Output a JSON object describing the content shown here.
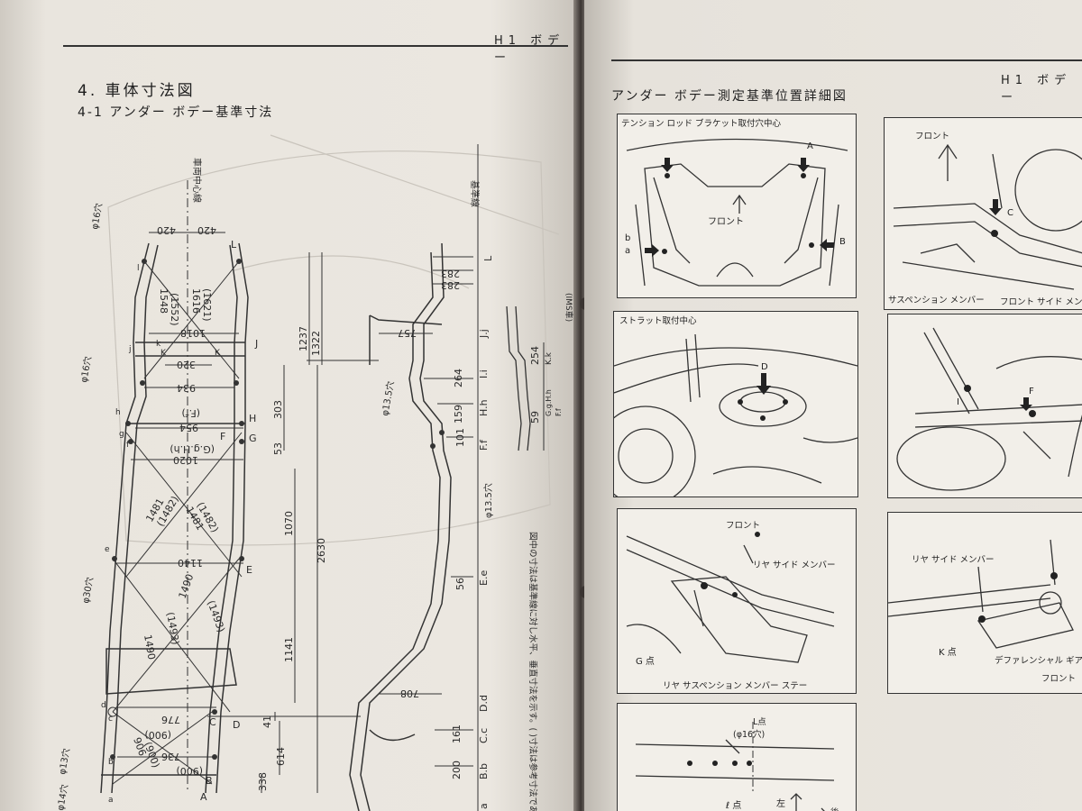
{
  "left_page": {
    "running_head": "H1 ボデー",
    "section_title": "4. 車体寸法図",
    "subsection_title": "4-1 アンダー ボデー基準寸法",
    "labels": {
      "center_line": "車両中心線",
      "reference_line": "基準線",
      "note": "図中の寸法は基準線に対し水平、垂直寸法を示す。( )寸法は参考寸法である。",
      "ims": "(IMS車)"
    },
    "hole_labels": [
      "φ16穴",
      "φ16穴",
      "φ13.5穴",
      "φ13.5穴",
      "φ30穴",
      "φ13穴",
      "φ14穴"
    ],
    "width_dims": [
      "420",
      "420",
      "1018",
      "320",
      "934",
      "(F.f)",
      "954",
      "(G.g.H.h)",
      "1020",
      "1140",
      "776",
      "(900)",
      "736",
      "(900)"
    ],
    "diagonal_dims": [
      "1548",
      "(1552)",
      "1616",
      "(1621)",
      "1481",
      "(1482)",
      "(1482)",
      "1481",
      "1490",
      "(1493)",
      "(1493)",
      "1490",
      "(900)",
      "906"
    ],
    "length_dims": [
      "1237",
      "1322",
      "303",
      "53",
      "2630",
      "1070",
      "1141",
      "41",
      "614",
      "338"
    ],
    "side_dims": [
      "283",
      "283",
      "757",
      "264",
      "159",
      "101",
      "56",
      "708",
      "161",
      "200",
      "254",
      "59",
      "G.g.H.h",
      "K.k",
      "F.f"
    ],
    "point_labels": [
      "L",
      "J",
      "K",
      "K",
      "H",
      "G",
      "F",
      "E",
      "D",
      "C",
      "B",
      "A",
      "l",
      "j",
      "k",
      "h",
      "g",
      "f",
      "e",
      "d",
      "c",
      "b",
      "a"
    ],
    "station_labels": [
      "L",
      "J.j",
      "I.i",
      "H.h",
      "F.f",
      "E.e",
      "D.d",
      "C.c",
      "B.b",
      "a"
    ]
  },
  "right_page": {
    "running_head": "H1 ボデー",
    "title": "アンダー ボデー測定基準位置詳細図",
    "panels": [
      {
        "caption": "テンション ロッド ブラケット取付穴中心",
        "labels": [
          "A",
          "a",
          "b",
          "B",
          "フロント"
        ]
      },
      {
        "caption": "フロント",
        "labels": [
          "C",
          "サスペンション メンバー",
          "フロント サイド メンバー"
        ]
      },
      {
        "caption": "ストラット取付中心",
        "labels": [
          "D"
        ]
      },
      {
        "caption": "",
        "labels": [
          "I",
          "F"
        ]
      },
      {
        "caption": "フロント",
        "labels": [
          "リヤ サイド メンバー",
          "G 点",
          "リヤ サスペンション メンバー ステー"
        ]
      },
      {
        "caption": "",
        "labels": [
          "リヤ サイド メンバー",
          "K 点",
          "デファレンシャル ギア",
          "フロント"
        ]
      },
      {
        "caption": "L点",
        "labels": [
          "(φ16穴)",
          "左",
          "ℓ 点",
          "後"
        ]
      }
    ]
  }
}
